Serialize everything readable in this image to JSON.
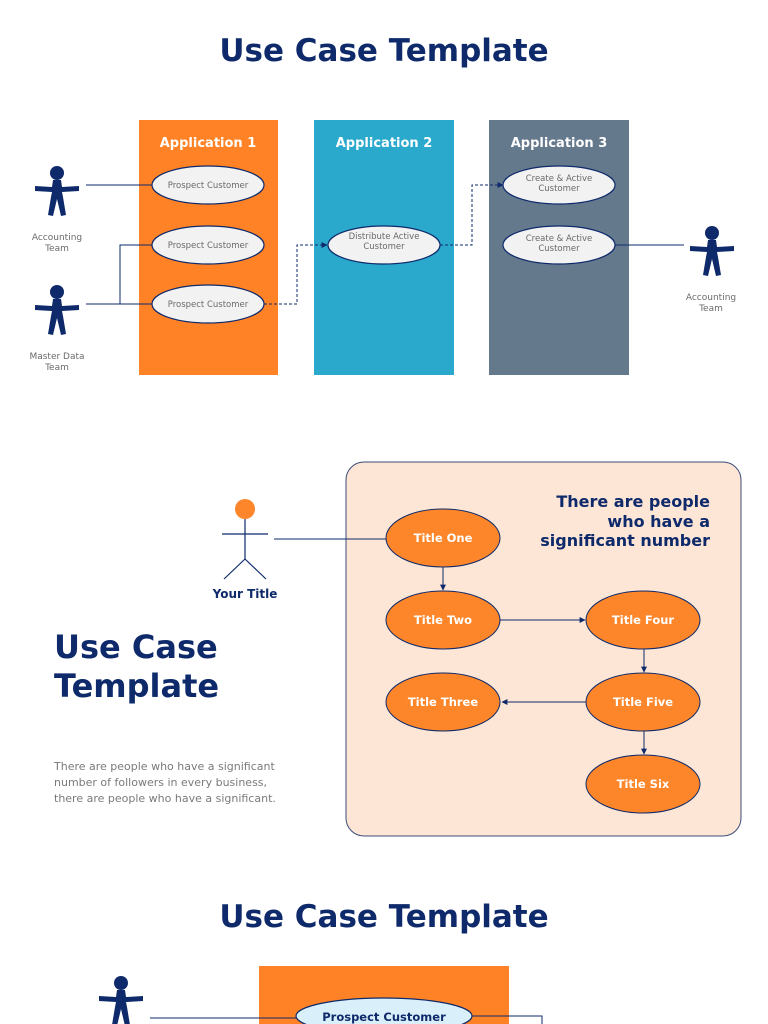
{
  "section1": {
    "title": "Use Case Template",
    "apps": [
      {
        "label": "Application 1",
        "color": "#ff8326"
      },
      {
        "label": "Application 2",
        "color": "#2ba9cc"
      },
      {
        "label": "Application 3",
        "color": "#65798d"
      }
    ],
    "use_cases": [
      "Prospect Customer",
      "Prospect Customer",
      "Prospect Customer",
      "Distribute Active Customer",
      "Create & Active Customer",
      "Create & Active Customer"
    ],
    "actors": [
      "Accounting Team",
      "Master Data Team",
      "Accounting Team"
    ]
  },
  "section2": {
    "actor_label": "Your Title",
    "heading": "Use Case Template",
    "paragraph": "There are people who have a significant number of followers in every business, there are people who have a significant.",
    "right_text": "There are people who have a significant number",
    "nodes": [
      "Title One",
      "Title Two",
      "Title Four",
      "Title Three",
      "Title Five",
      "Title Six"
    ],
    "panel_color": "#fde6d6",
    "node_color": "#fd862a"
  },
  "section3": {
    "title": "Use Case Template",
    "use_case": "Prospect Customer"
  },
  "colors": {
    "navy": "#0e2a6b",
    "ellipse_fill": "#f2f2f2"
  }
}
